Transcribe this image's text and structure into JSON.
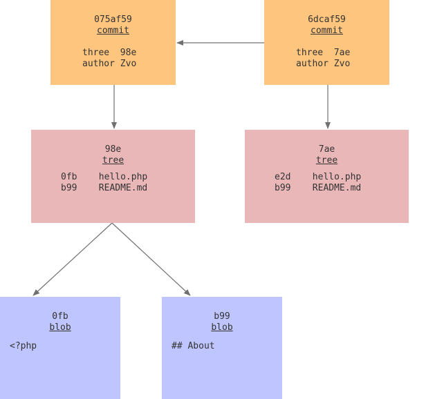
{
  "nodes": {
    "commit_1": {
      "hash": "075af59",
      "type": "commit",
      "body": "three  98e\nauthor Zvo"
    },
    "commit_2": {
      "hash": "6dcaf59",
      "type": "commit",
      "body": "three  7ae\nauthor Zvo"
    },
    "tree_1": {
      "hash": "98e",
      "type": "tree",
      "body": "0fb    hello.php\nb99    README.md"
    },
    "tree_2": {
      "hash": "7ae",
      "type": "tree",
      "body": "e2d    hello.php\nb99    README.md"
    },
    "blob_1": {
      "hash": "0fb",
      "type": "blob",
      "body": "<?php"
    },
    "blob_2": {
      "hash": "b99",
      "type": "blob",
      "body": "## About"
    }
  },
  "edges": [
    {
      "from": "commit_2",
      "to": "commit_1"
    },
    {
      "from": "commit_1",
      "to": "tree_1"
    },
    {
      "from": "commit_2",
      "to": "tree_2"
    },
    {
      "from": "tree_1",
      "to": "blob_1"
    },
    {
      "from": "tree_1",
      "to": "blob_2"
    }
  ],
  "colors": {
    "commit": "#fec57e",
    "tree": "#e9b7b7",
    "blob": "#bfc5fe",
    "connector": "#707070",
    "text": "#333333"
  }
}
